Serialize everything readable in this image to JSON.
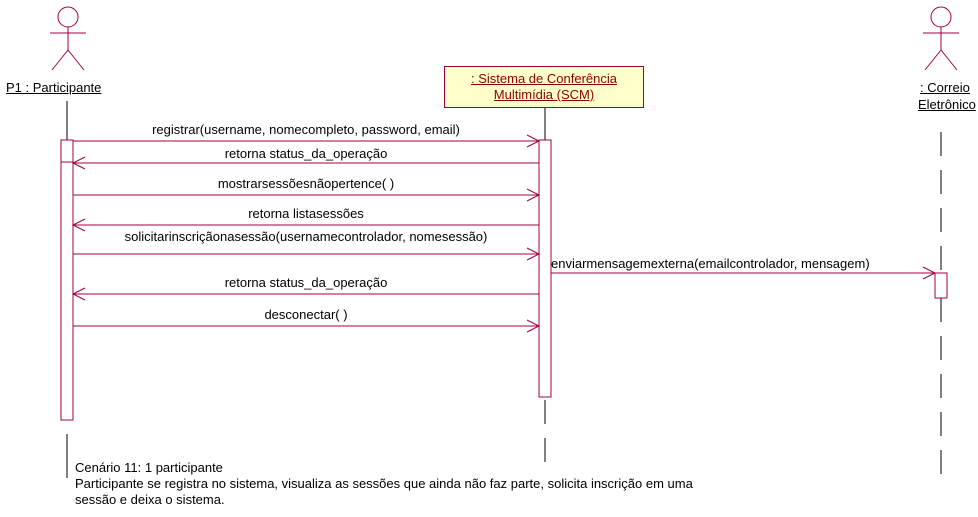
{
  "actors": {
    "participant": "P1 : Participante",
    "system_line1": ": Sistema de Conferência",
    "system_line2": "Multimídia (SCM)",
    "mail_line1": ": Correio",
    "mail_line2": "Eletrônico"
  },
  "messages": [
    "registrar(username, nomecompleto, password, email)",
    "retorna status_da_operação",
    "mostrarsessõesnãopertence( )",
    "retorna listasessões",
    "solicitarinscriçãonasessão(usernamecontrolador, nomesessão)",
    "enviarmensagemexterna(emailcontrolador, mensagem)",
    "retorna status_da_operação",
    "desconectar( )"
  ],
  "note": {
    "title": "Cenário 11: 1 participante",
    "line1": "Participante se registra no sistema, visualiza as sessões que ainda não faz parte, solicita inscrição em uma",
    "line2": "sessão e deixa o sistema."
  },
  "colors": {
    "arrow": "#a00040",
    "box_fill": "#ffffcc"
  }
}
